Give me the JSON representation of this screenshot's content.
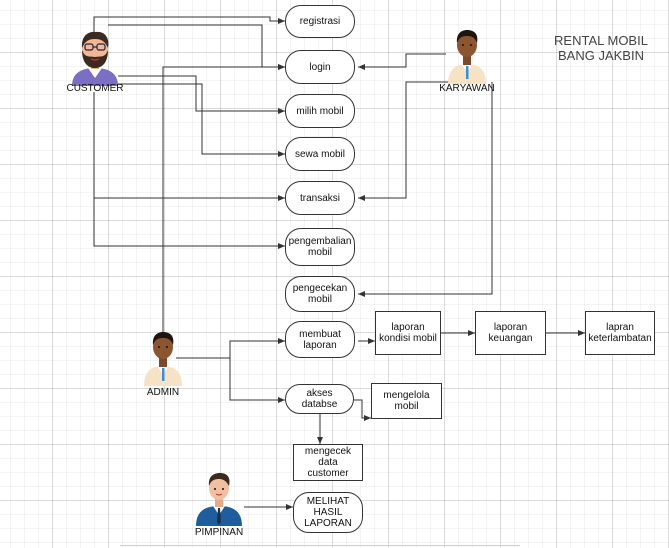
{
  "title": [
    "RENTAL MOBIL",
    "BANG JAKBIN"
  ],
  "actors": {
    "customer": "CUSTOMER",
    "karyawan": "KARYAWAN",
    "admin": "ADMIN",
    "pimpinan": "PIMPINAN"
  },
  "nodes": {
    "registrasi": [
      "registrasi"
    ],
    "login": [
      "login"
    ],
    "milih_mobil": [
      "milih mobil"
    ],
    "sewa_mobil": [
      "sewa mobil"
    ],
    "transaksi": [
      "transaksi"
    ],
    "pengembalian_mobil": [
      "pengembalian",
      "mobil"
    ],
    "pengecekan_mobil": [
      "pengecekan",
      "mobil"
    ],
    "membuat_laporan": [
      "membuat",
      "laporan"
    ],
    "laporan_kondisi_mobil": [
      "laporan",
      "kondisi mobil"
    ],
    "laporan_keuangan": [
      "laporan",
      "keuangan"
    ],
    "lapran_keterlambatan": [
      "lapran",
      "keterlambatan"
    ],
    "akses_databse": [
      "akses databse"
    ],
    "mengelola_mobil": [
      "mengelola",
      "mobil"
    ],
    "mengecek_data_customer": [
      "mengecek",
      "data customer"
    ],
    "melihat_hasil_laporan": [
      "MELIHAT",
      "HASIL",
      "LAPORAN"
    ]
  },
  "colors": {
    "line": "#333333",
    "node_border": "#333333",
    "background": "#ffffff",
    "grid": "#e6e6e6"
  }
}
